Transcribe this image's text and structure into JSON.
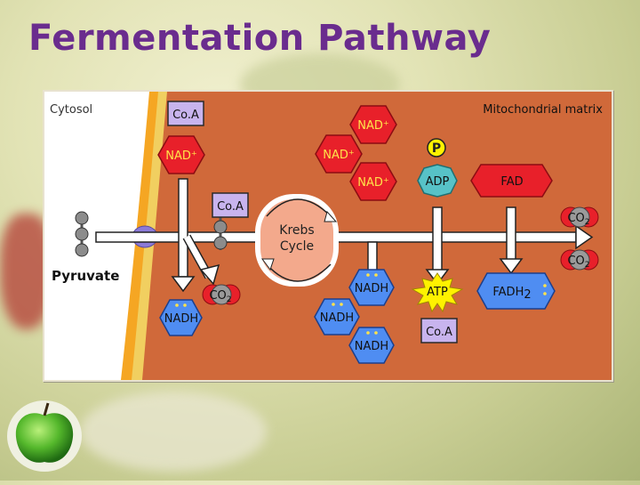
{
  "slide": {
    "title": "Fermentation Pathway"
  },
  "diagram": {
    "regions": {
      "cytosol": "Cytosol",
      "matrix": "Mitochondrial matrix"
    },
    "molecules": {
      "pyruvate": "Pyruvate",
      "coa": "Co.A",
      "nad_plus": "NAD⁺",
      "nadh": "NADH",
      "co2": "CO",
      "co2_sub": "2",
      "p": "P",
      "adp": "ADP",
      "atp": "ATP",
      "fad": "FAD",
      "fadh2": "FADH",
      "fadh2_sub": "2"
    },
    "cycle": {
      "line1": "Krebs",
      "line2": "Cycle"
    }
  },
  "colors": {
    "title": "#6a2c8e",
    "matrix": "#d0693a",
    "membrane_outer": "#f5a623",
    "membrane_inner": "#f1cf60",
    "nad_red": "#e8202a",
    "nadh_blue": "#4f8df2",
    "coa_lavender": "#c8b4ee",
    "cycle_salmon": "#f3a98c",
    "atp_yellow": "#fff200",
    "adp_teal": "#57c2c7"
  }
}
